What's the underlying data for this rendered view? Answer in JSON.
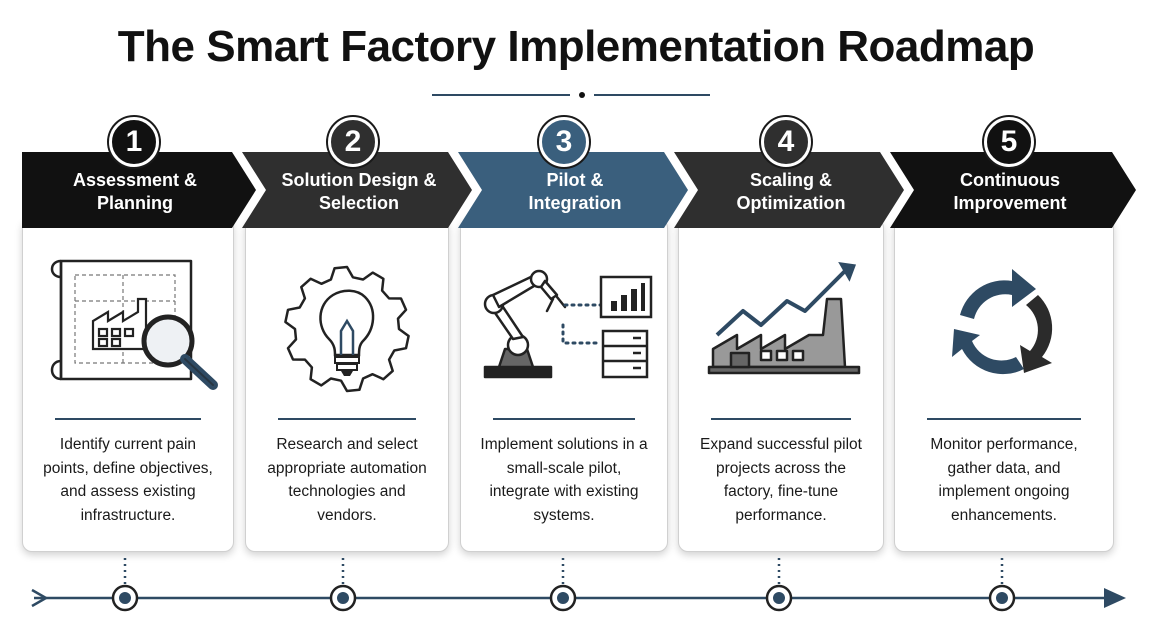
{
  "title": "The Smart Factory Implementation Roadmap",
  "colors": {
    "dark": "#111111",
    "charcoal": "#2b2b2b",
    "accent": "#3a5f7d",
    "line": "#2e4a63"
  },
  "steps": [
    {
      "number": "1",
      "heading": "Assessment &\nPlanning",
      "description": "Identify current pain points, define objectives, and assess existing infrastructure.",
      "icon": "blueprint-magnifier-icon"
    },
    {
      "number": "2",
      "heading": "Solution Design &\nSelection",
      "description": "Research and select appropriate automation technologies and vendors.",
      "icon": "gear-lightbulb-icon"
    },
    {
      "number": "3",
      "heading": "Pilot &\nIntegration",
      "description": "Implement solutions in a small-scale pilot, integrate with existing systems.",
      "icon": "robot-arm-icon"
    },
    {
      "number": "4",
      "heading": "Scaling &\nOptimization",
      "description": "Expand successful pilot projects across the factory, fine-tune performance.",
      "icon": "factory-growth-icon"
    },
    {
      "number": "5",
      "heading": "Continuous\nImprovement",
      "description": "Monitor performance, gather data, and implement ongoing enhancements.",
      "icon": "cycle-arrows-icon"
    }
  ]
}
